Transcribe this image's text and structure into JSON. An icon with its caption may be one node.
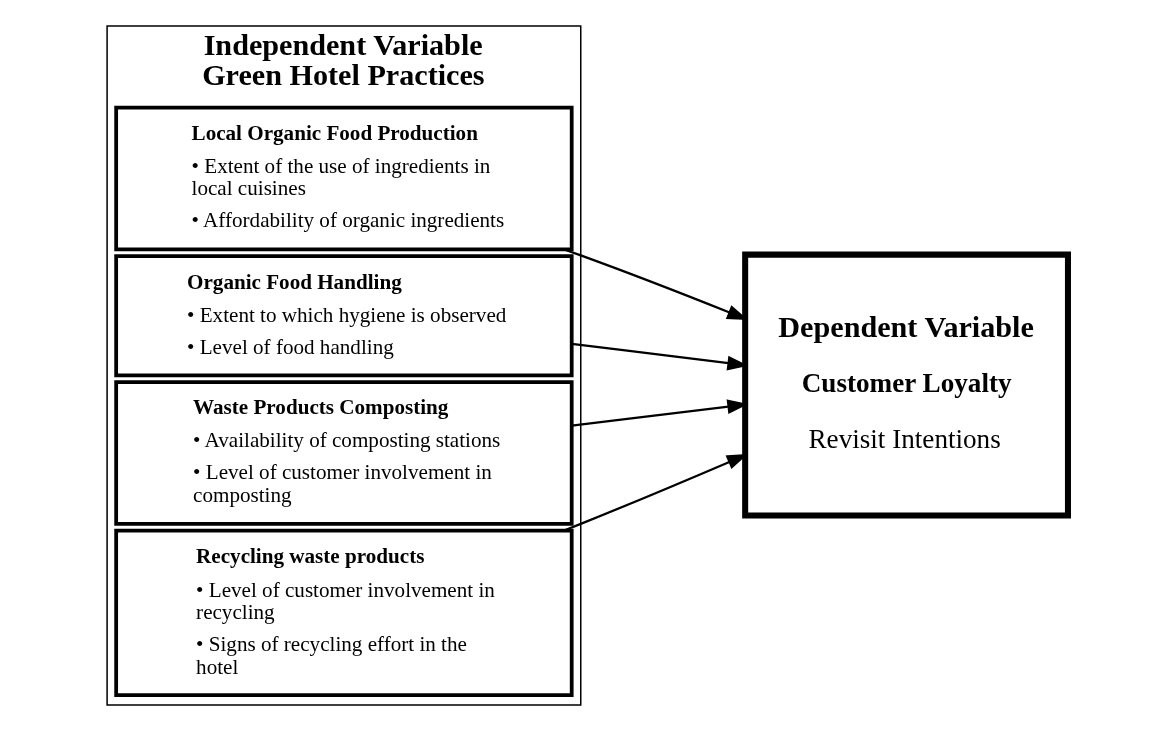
{
  "diagram": {
    "nodes": [
      {
        "text": [
          "Independent Variable",
          "Green Hotel Practices"
        ]
      },
      {
        "text": [
          "Local Organic Food Production",
          "• Extent of the use of ingredients in local cuisines",
          "• Affordability of organic ingredients"
        ],
        "in": 0
      },
      {
        "text": [
          "Organic Food Handling",
          "• Extent to which hygiene is observed",
          "• Level of food handling"
        ],
        "in": 0
      },
      {
        "text": [
          "Waste Products Composting",
          "• Availability of composting stations",
          "• Level of customer involvement in composting"
        ],
        "in": 0
      },
      {
        "text": [
          "Recycling waste products",
          "• Level of customer involvement in recycling",
          "• Signs of recycling effort in the hotel"
        ],
        "in": 0
      },
      {
        "text": [
          "Dependent Variable",
          "Customer Loyalty",
          "Revisit Intentions"
        ]
      }
    ],
    "edges": [
      {
        "from": 1,
        "to": 5,
        "arrow": "to"
      },
      {
        "from": 2,
        "to": 5,
        "arrow": "to"
      },
      {
        "from": 3,
        "to": 5,
        "arrow": "to"
      },
      {
        "from": 4,
        "to": 5,
        "arrow": "to"
      }
    ]
  }
}
